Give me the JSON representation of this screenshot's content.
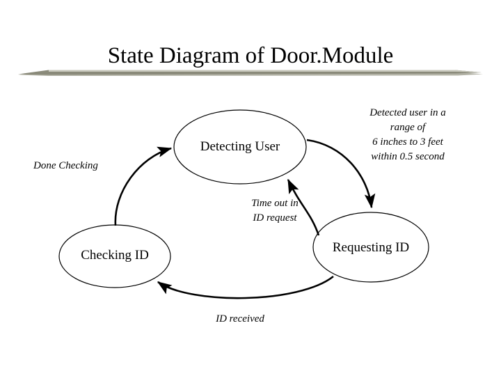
{
  "slide": {
    "title": "State Diagram of Door.Module",
    "background_color": "#ffffff",
    "ink_color": "#000000",
    "divider": {
      "bar_color": "#6b6b5e",
      "shadow_color": "#b3b3a6"
    }
  },
  "diagram": {
    "type": "state-diagram",
    "states": [
      {
        "id": "detecting-user",
        "label": "Detecting User"
      },
      {
        "id": "checking-id",
        "label": "Checking ID"
      },
      {
        "id": "requesting-id",
        "label": "Requesting ID"
      }
    ],
    "transitions": [
      {
        "id": "done-checking",
        "from": "checking-id",
        "to": "detecting-user",
        "label": "Done Checking"
      },
      {
        "id": "detected-user",
        "from": "detecting-user",
        "to": "requesting-id",
        "label_lines": [
          "Detected user in a",
          "range of",
          "6 inches to 3 feet",
          "within 0.5 second"
        ],
        "line1": "Detected user in a",
        "line2": "range of",
        "line3": "6 inches to 3 feet",
        "line4": "within 0.5 second"
      },
      {
        "id": "timeout-in-id-request",
        "from": "requesting-id",
        "to": "detecting-user",
        "label_lines": [
          "Time out in",
          "ID request"
        ],
        "line1": "Time out in",
        "line2": "ID request"
      },
      {
        "id": "id-received",
        "from": "requesting-id",
        "to": "checking-id",
        "label": "ID received"
      }
    ]
  }
}
